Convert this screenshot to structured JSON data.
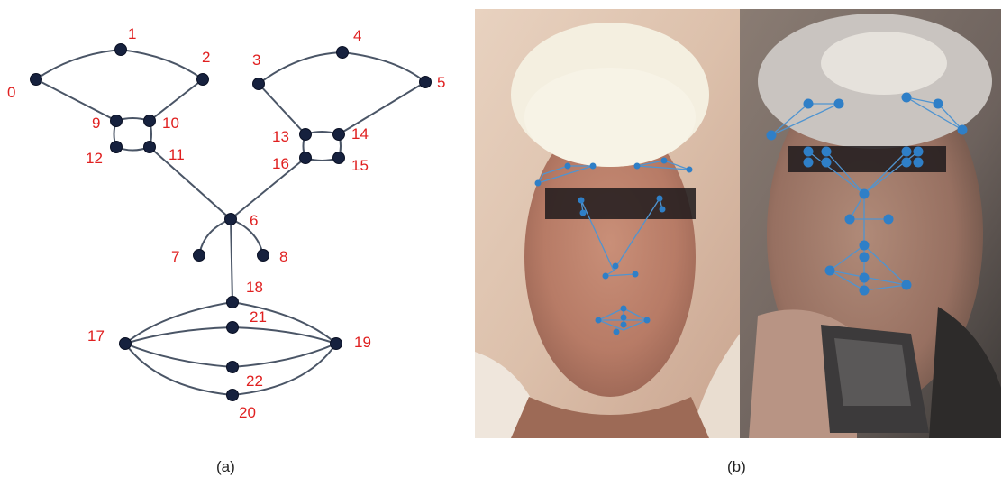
{
  "panel_a": {
    "caption": "(a)",
    "node_labels": [
      "0",
      "1",
      "2",
      "3",
      "4",
      "5",
      "6",
      "7",
      "8",
      "9",
      "10",
      "11",
      "12",
      "13",
      "14",
      "15",
      "16",
      "17",
      "18",
      "19",
      "20",
      "21",
      "22"
    ],
    "node_color": "#16213e",
    "label_color": "#e02020",
    "edge_color": "#4a5566"
  },
  "panel_b": {
    "caption": "(b)",
    "landmark_color": "#2f7fc7"
  }
}
